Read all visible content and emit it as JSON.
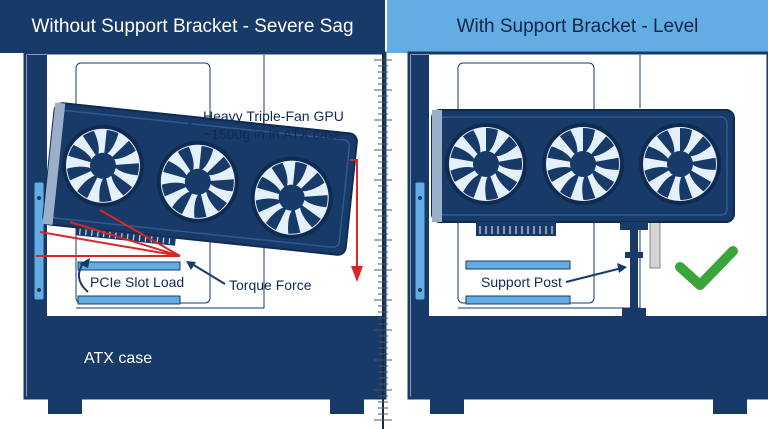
{
  "left_panel": {
    "title": "Without Support Bracket - Severe Sag",
    "gpu_label_line1": "Heavy Triple-Fan GPU",
    "gpu_label_line2": "~1500g in in ATX case",
    "pcie_label": "PCIe Slot Load",
    "torque_label": "Torque Force",
    "case_label": "ATX case"
  },
  "right_panel": {
    "title": "With Support Bracket - Level",
    "support_label": "Support Post"
  },
  "colors": {
    "navy": "#183a68",
    "header_blue": "#63ace4",
    "light_blue": "#63ace4",
    "fan_blue": "#e4f1fb",
    "red": "#d62828",
    "green": "#3aa63a",
    "gray": "#d4d4d4"
  },
  "icons": [
    "gpu-fan-icon",
    "checkmark-icon",
    "arrow-icon",
    "ruler-icon"
  ]
}
